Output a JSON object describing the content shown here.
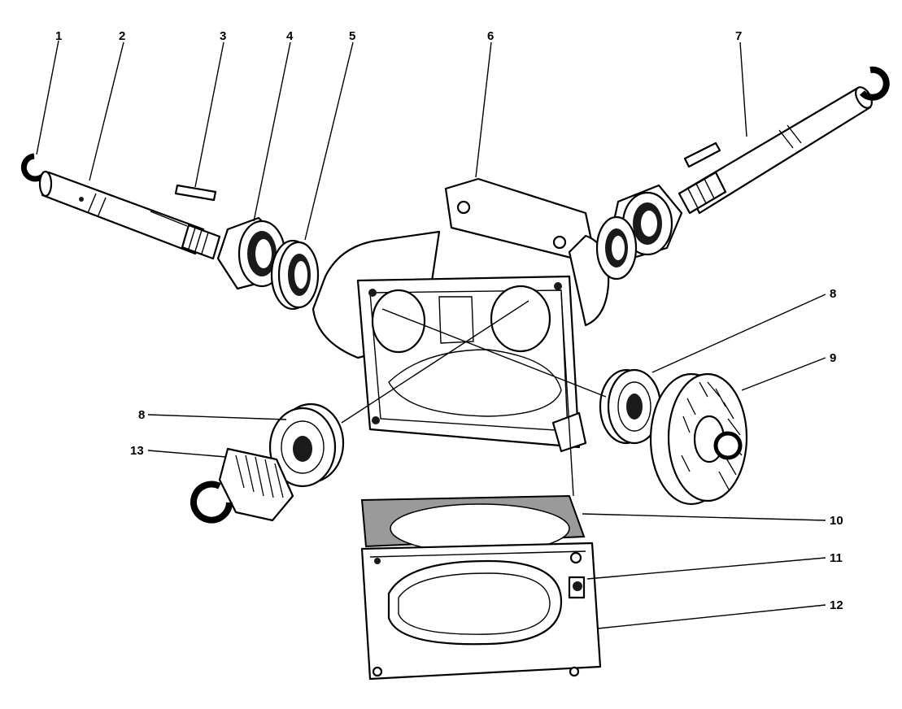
{
  "labels": [
    {
      "id": "1",
      "text": "1"
    },
    {
      "id": "2",
      "text": "2"
    },
    {
      "id": "3",
      "text": "3"
    },
    {
      "id": "4",
      "text": "4"
    },
    {
      "id": "5",
      "text": "5"
    },
    {
      "id": "6",
      "text": "6"
    },
    {
      "id": "7",
      "text": "7"
    },
    {
      "id": "8a",
      "text": "8"
    },
    {
      "id": "9",
      "text": "9"
    },
    {
      "id": "8b",
      "text": "8"
    },
    {
      "id": "13",
      "text": "13"
    },
    {
      "id": "10",
      "text": "10"
    },
    {
      "id": "11",
      "text": "11"
    },
    {
      "id": "12",
      "text": "12"
    }
  ],
  "colors": {
    "ink": "#000000",
    "background": "#ffffff",
    "gasket": "#9a9a9a"
  }
}
